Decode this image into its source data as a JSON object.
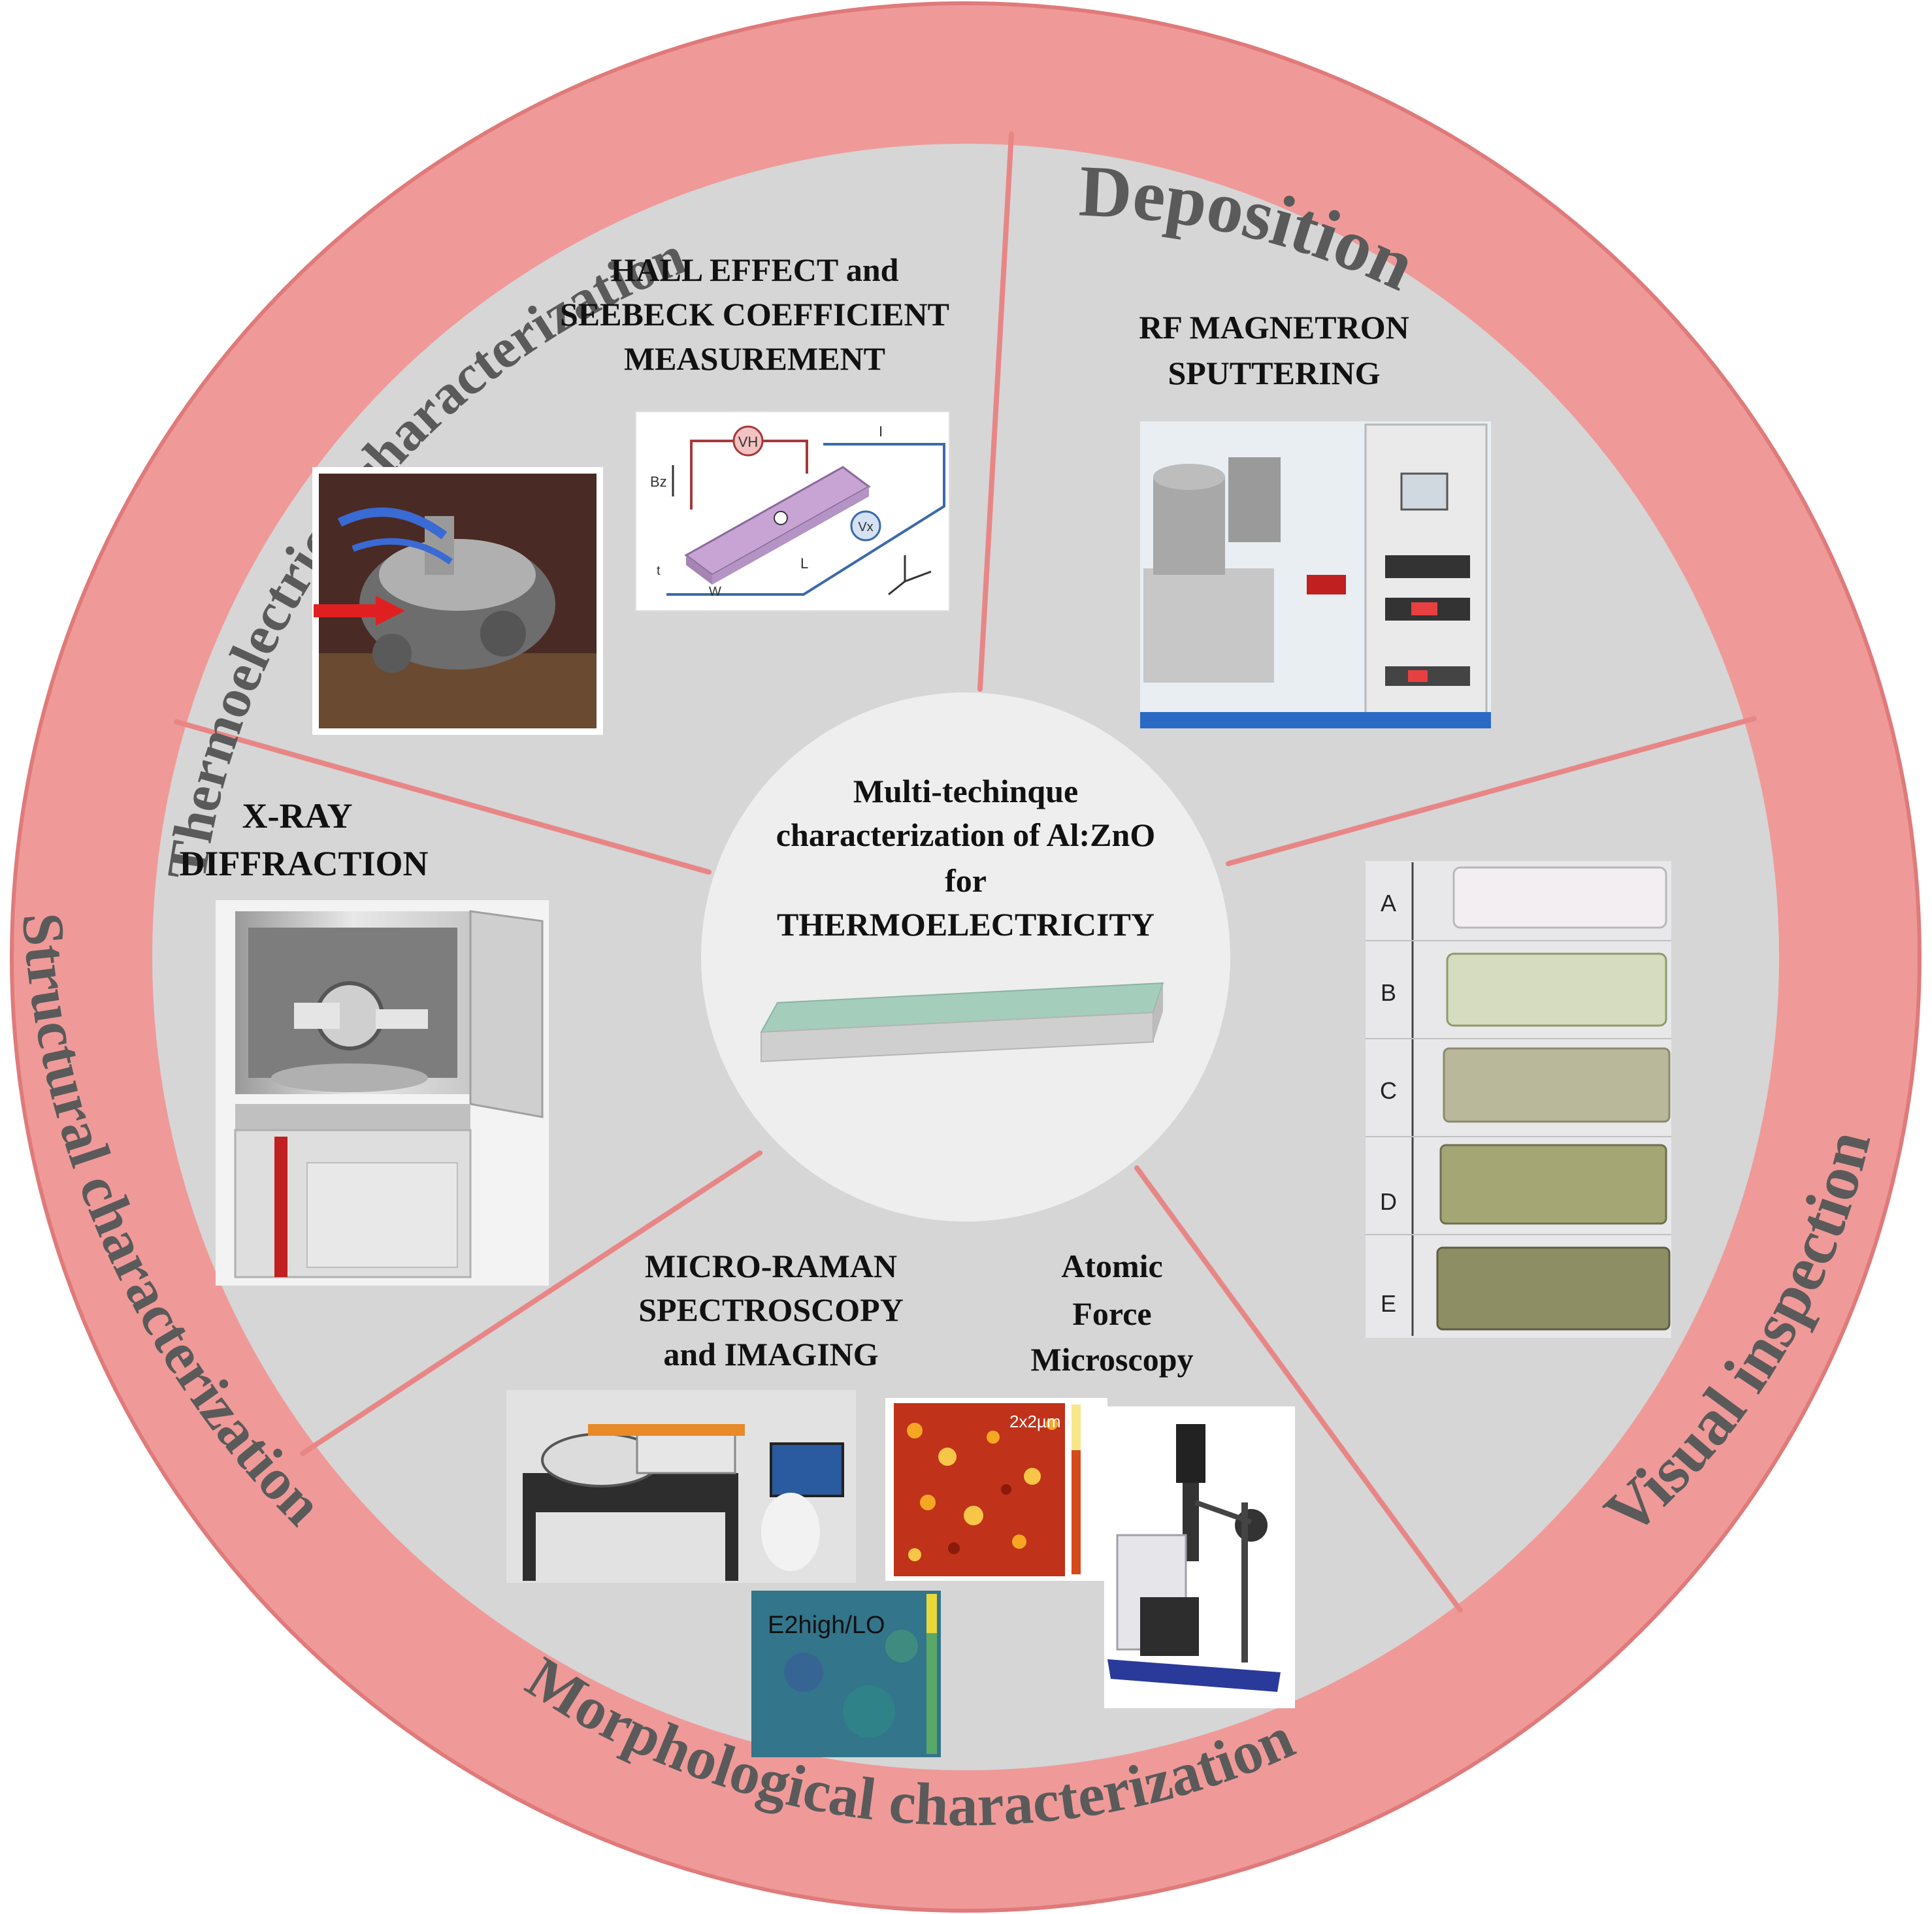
{
  "colors": {
    "ring": "#ef9a98",
    "ring_edge": "#e07a7a",
    "sector": "#d6d6d6",
    "divider": "#e88686",
    "center": "#eeeeee",
    "ring_text": "#5a5a5a",
    "label_text": "#111111"
  },
  "center": {
    "line1": "Multi-techinque",
    "line2": "characterization of Al:ZnO",
    "line3": "for",
    "line4": "THERMOELECTRICITY"
  },
  "ring_labels": {
    "thermo": "Thermoelectrical characterization",
    "deposition": "Deposition",
    "visual": "Visual inspection",
    "morpho": "Morphological characterization",
    "structural": "Structural characterization"
  },
  "sections": {
    "hall": {
      "line1": "HALL EFFECT and",
      "line2": "SEEBECK COEFFICIENT",
      "line3": "MEASUREMENT"
    },
    "rf": {
      "line1": "RF MAGNETRON",
      "line2": "SPUTTERING"
    },
    "xrd": {
      "line1": "X-RAY",
      "line2": "DIFFRACTION"
    },
    "raman": {
      "line1": "MICRO-RAMAN",
      "line2": "SPECTROSCOPY",
      "line3": "and IMAGING"
    },
    "afm": {
      "line1": "Atomic",
      "line2": "Force",
      "line3": "Microscopy"
    }
  },
  "hall_diagram": {
    "vh": "VH",
    "vx": "Vx",
    "current": "I",
    "bz": "Bz",
    "length": "L",
    "width": "W",
    "thickness": "t"
  },
  "afm_map": {
    "scan_size": "2x2µm"
  },
  "raman_map": {
    "label": "E2high/LO"
  },
  "samples": [
    "A",
    "B",
    "C",
    "D",
    "E"
  ]
}
